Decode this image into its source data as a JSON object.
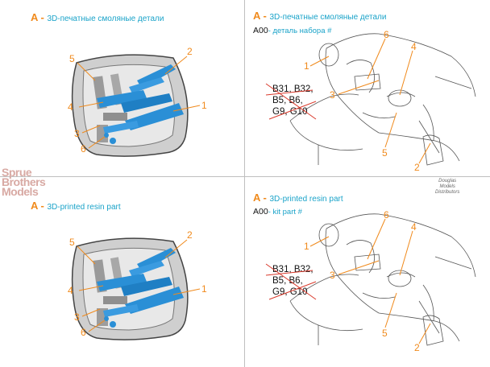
{
  "panels": {
    "top_left": {
      "letter": "A",
      "caption": "3D-печатные смоляные детали",
      "callouts": [
        "1",
        "2",
        "3",
        "4",
        "5",
        "6"
      ]
    },
    "top_right": {
      "letter": "A",
      "caption": "3D-печатные смоляные детали",
      "kit_code": "A00",
      "kit_desc": "- деталь набора #",
      "removed_parts": [
        "B31, B32,",
        "B5, B6,",
        "G9, G10"
      ],
      "callouts": [
        "1",
        "2",
        "3",
        "4",
        "5",
        "6"
      ]
    },
    "bottom_left": {
      "letter": "A",
      "caption": "3D-printed resin part",
      "callouts": [
        "1",
        "2",
        "3",
        "4",
        "5",
        "6"
      ]
    },
    "bottom_right": {
      "letter": "A",
      "caption": "3D-printed resin part",
      "kit_code": "A00",
      "kit_desc": "- kit part #",
      "removed_parts": [
        "B31, B32,",
        "B5, B6,",
        "G9, G10"
      ],
      "callouts": [
        "1",
        "2",
        "3",
        "4",
        "5",
        "6"
      ]
    }
  },
  "watermarks": {
    "left": [
      "Sprue",
      "Brothers",
      "Models"
    ],
    "right": [
      "Douglas",
      "Models",
      "Distributors"
    ]
  },
  "colors": {
    "callout": "#f08a1c",
    "caption": "#1aa3c9",
    "resin_part": "#2a8fd6",
    "frame": "#3a3a3a"
  }
}
